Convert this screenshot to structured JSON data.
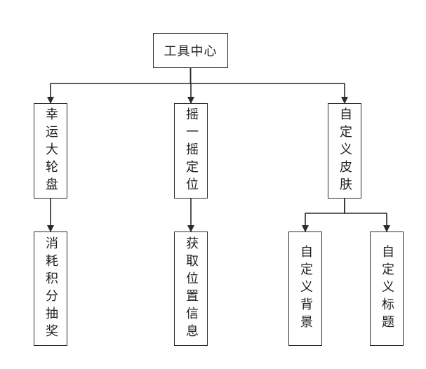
{
  "diagram": {
    "nodes": [
      {
        "id": "root",
        "label": "工具中心"
      },
      {
        "id": "wheel",
        "label": "幸运大轮盘"
      },
      {
        "id": "shake",
        "label": "摇一摇定位"
      },
      {
        "id": "skin",
        "label": "自定义皮肤"
      },
      {
        "id": "points",
        "label": "消耗积分抽奖"
      },
      {
        "id": "location",
        "label": "获取位置信息"
      },
      {
        "id": "background",
        "label": "自定义背景"
      },
      {
        "id": "title",
        "label": "自定义标题"
      }
    ],
    "edges": [
      {
        "from": "root",
        "to": "wheel"
      },
      {
        "from": "root",
        "to": "shake"
      },
      {
        "from": "root",
        "to": "skin"
      },
      {
        "from": "wheel",
        "to": "points"
      },
      {
        "from": "shake",
        "to": "location"
      },
      {
        "from": "skin",
        "to": "background"
      },
      {
        "from": "skin",
        "to": "title"
      }
    ]
  }
}
